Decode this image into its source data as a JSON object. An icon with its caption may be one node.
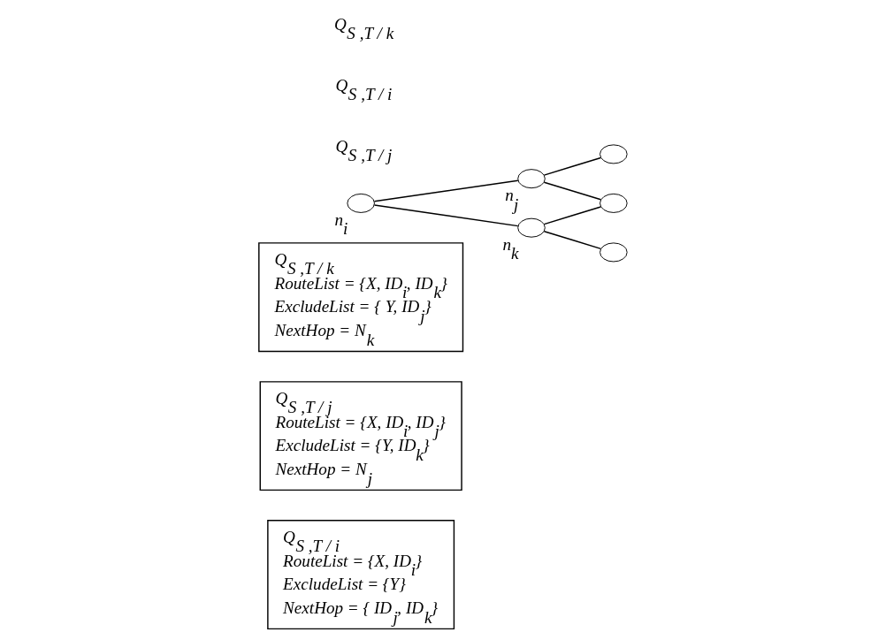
{
  "diagram": {
    "nodes": [
      {
        "text": [
          "Q$_{S ,T / i}$",
          "RouteList = {X, ID$_{i}$}",
          "ExcludeList = {Y}",
          "NextHop = { ID$_{j}$, ID$_{k}$}"
        ]
      },
      {
        "text": [
          "Q$_{S ,T / j}$",
          "RouteList = {X, ID$_{i}$, ID$_{j}$}",
          "ExcludeList = {Y, ID$_{k}$}",
          "NextHop = N$_{j}$"
        ]
      },
      {
        "text": [
          "Q$_{S ,T / k}$",
          "RouteList = {X, ID$_{i}$, ID$_{k}$}",
          "ExcludeList = { Y, ID$_{j}$}",
          "NextHop = N$_{k}$"
        ]
      },
      {
        "text": [],
        "shape": "circle",
        "beside": [
          "n$_{i}$"
        ]
      },
      {
        "text": [],
        "shape": "circle",
        "beside": [
          "n$_{j}$"
        ]
      },
      {
        "text": [],
        "shape": "circle",
        "beside": [
          "n$_{k}$"
        ]
      },
      {
        "text": [],
        "shape": "circle"
      },
      {
        "text": [],
        "shape": "circle"
      },
      {
        "text": [],
        "shape": "circle"
      }
    ],
    "edges": [
      {
        "from": 3,
        "to": 4,
        "arrow": "none"
      },
      {
        "from": 3,
        "to": 5,
        "arrow": "none"
      },
      {
        "from": 4,
        "to": 6,
        "arrow": "none"
      },
      {
        "from": 4,
        "to": 7,
        "arrow": "none"
      },
      {
        "from": 5,
        "to": 7,
        "arrow": "none"
      },
      {
        "from": 5,
        "to": 8,
        "arrow": "none"
      }
    ],
    "labels": [
      "Q$_{S ,T / j}$",
      "Q$_{S ,T / i}$",
      "Q$_{S ,T / k}$"
    ]
  }
}
